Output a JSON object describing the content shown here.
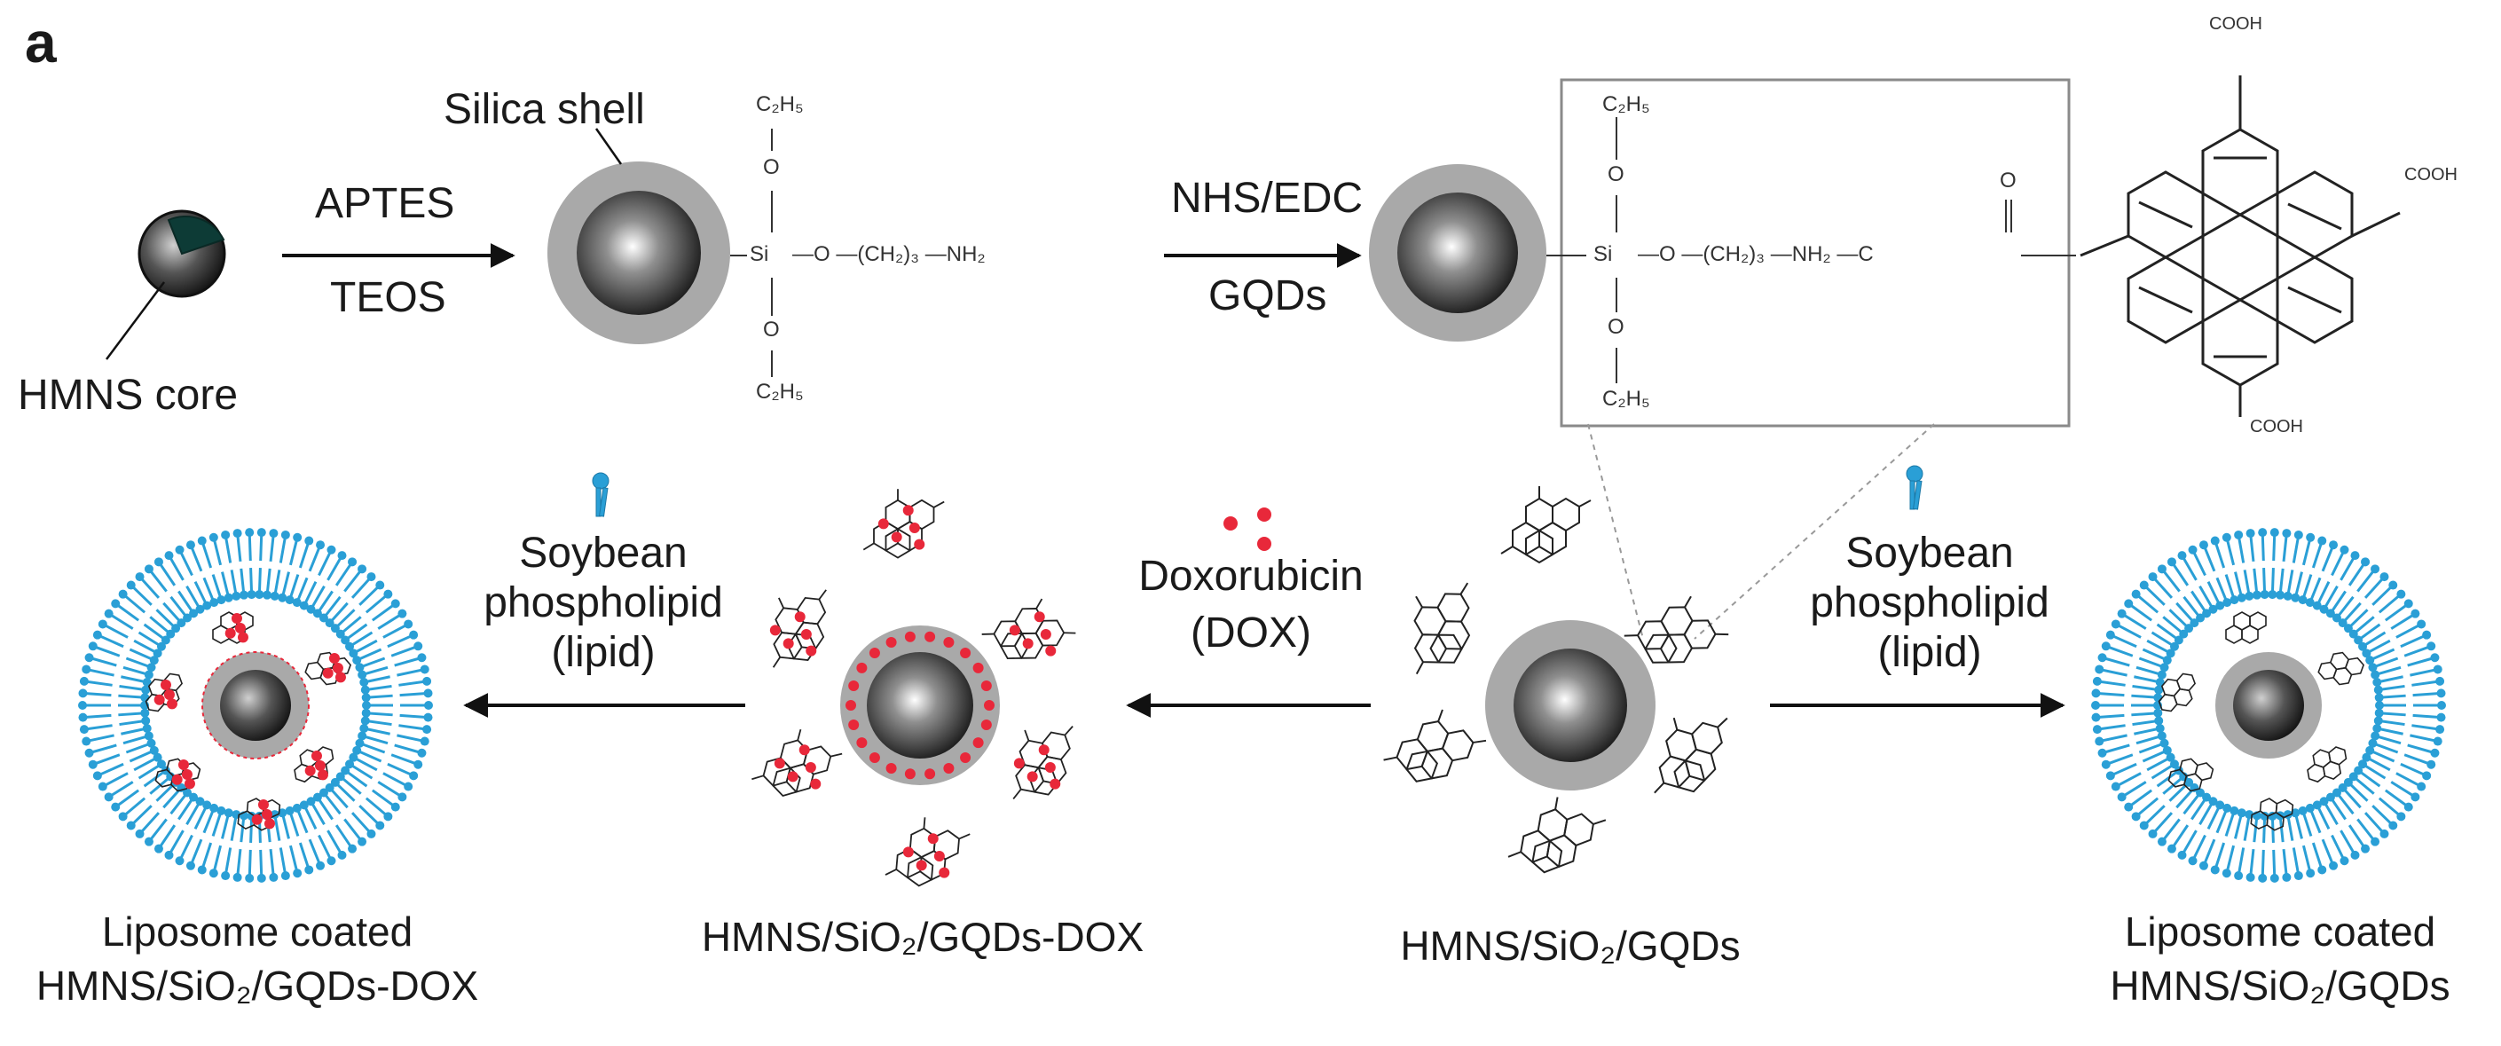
{
  "panel_letter": "a",
  "top_row": {
    "core_label": "HMNS core",
    "shell_label": "Silica shell",
    "step1_reagent_top": "APTES",
    "step1_reagent_bottom": "TEOS",
    "step2_reagent_top": "NHS/EDC",
    "step2_reagent_bottom": "GQDs",
    "linker1": {
      "ethyl_top": "C₂H₅",
      "ethyl_bottom": "C₂H₅",
      "o_top": "O",
      "o_bottom": "O",
      "si": "Si",
      "chain": "—O —(CH₂)₃ —NH₂"
    },
    "linker2": {
      "ethyl_top": "C₂H₅",
      "ethyl_bottom": "C₂H₅",
      "o_top": "O",
      "o_bottom": "O",
      "si": "Si",
      "chain": "—O —(CH₂)₃ —NH₂ —C",
      "carbonyl_o": "O"
    },
    "gqd_groups": [
      "COOH",
      "COOH",
      "COOH"
    ]
  },
  "bottom_row": {
    "left_reagent": [
      "Soybean",
      "phospholipid",
      "(lipid)"
    ],
    "middle_reagent": [
      "Doxorubicin",
      "(DOX)"
    ],
    "right_reagent": [
      "Soybean",
      "phospholipid",
      "(lipid)"
    ],
    "products": {
      "liposome_dox": [
        "Liposome coated",
        "HMNS/SiO₂/GQDs-DOX"
      ],
      "gqds_dox": "HMNS/SiO₂/GQDs-DOX",
      "gqds": "HMNS/SiO₂/GQDs",
      "liposome_gqds": [
        "Liposome coated",
        "HMNS/SiO₂/GQDs"
      ]
    }
  },
  "colors": {
    "arrow": "#111111",
    "shell": "#a9a9a9",
    "core_dark": "#222222",
    "lipid_blue": "#2a9fd6",
    "dox_red": "#e8283a",
    "box": "#8a8a8a"
  }
}
